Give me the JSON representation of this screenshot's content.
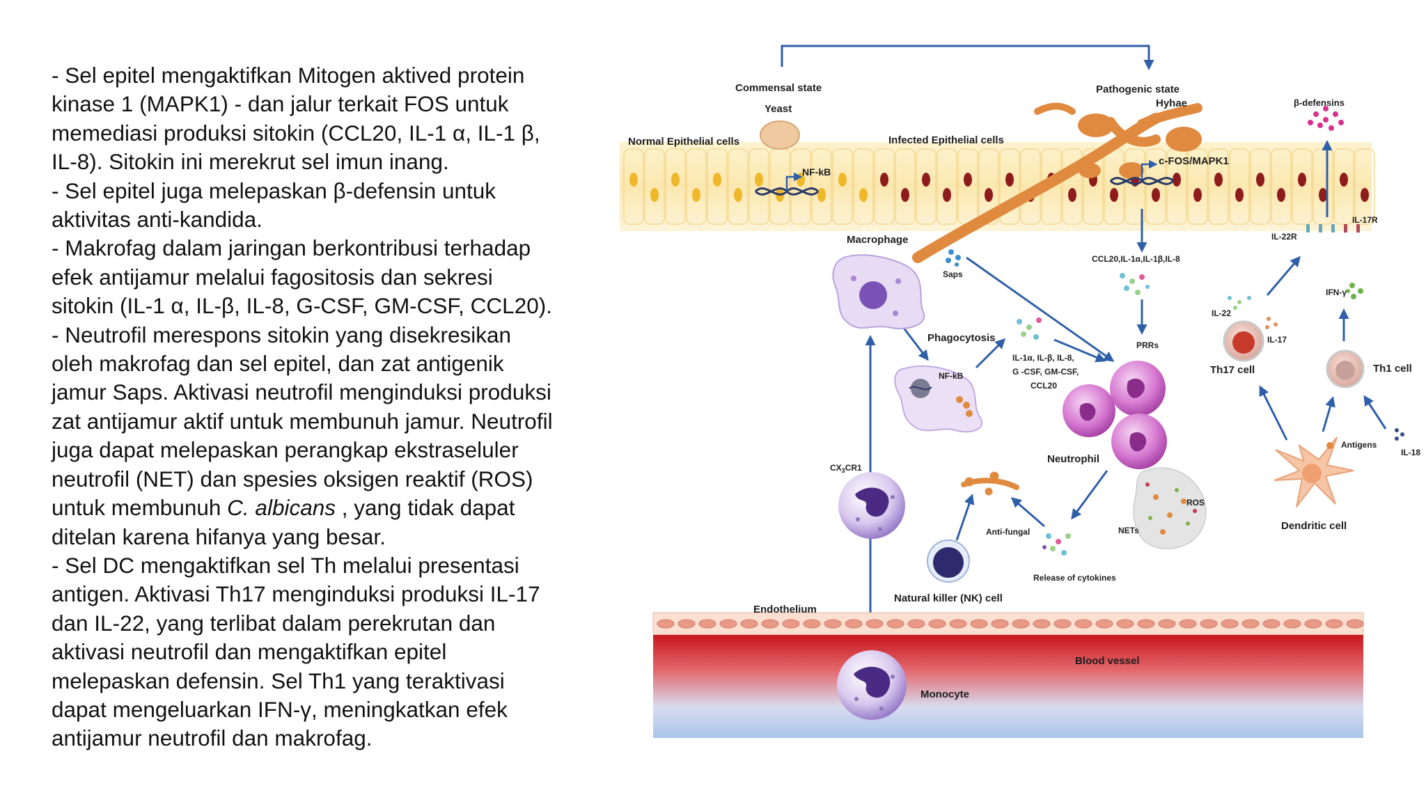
{
  "text_panel": {
    "paragraphs": [
      [
        "- Sel epitel mengaktifkan Mitogen aktived protein",
        "kinase 1 (MAPK1) - dan jalur terkait FOS untuk",
        "memediasi produksi sitokin (CCL20, IL-1 α, IL-1 β,",
        "IL-8). Sitokin ini merekrut sel imun inang."
      ],
      [
        "- Sel epitel juga melepaskan β-defensin untuk",
        "aktivitas anti-kandida."
      ],
      [
        "- Makrofag dalam jaringan berkontribusi terhadap",
        "efek antijamur melalui fagositosis dan sekresi",
        "sitokin (IL-1 α, IL-β, IL-8, G-CSF, GM-CSF, CCL20)."
      ],
      [
        "- Neutrofil merespons sitokin yang disekresikan",
        "oleh makrofag dan sel epitel, dan zat antigenik",
        "jamur Saps. Aktivasi neutrofil menginduksi produksi",
        "zat antijamur aktif untuk membunuh jamur. Neutrofil",
        "juga dapat melepaskan perangkap ekstraseluler",
        "neutrofil (NET) dan spesies oksigen reaktif (ROS)",
        "untuk membunuh",
        "C. albicans",
        ", yang tidak dapat",
        "ditelan karena hifanya yang besar."
      ],
      [
        "- Sel DC mengaktifkan sel Th melalui presentasi",
        "antigen. Aktivasi Th17 menginduksi produksi IL-17",
        "dan IL-22, yang terlibat dalam perekrutan dan",
        "aktivasi neutrofil dan mengaktifkan epitel",
        "melepaskan defensin. Sel Th1 yang teraktivasi",
        "dapat mengeluarkan IFN-γ, meningkatkan efek",
        "antijamur neutrofil dan makrofag."
      ]
    ]
  },
  "diagram": {
    "labels": {
      "commensal_state": "Commensal state",
      "yeast": "Yeast",
      "pathogenic_state": "Pathogenic state",
      "hyhae": "Hyhae",
      "beta_defensins": "β-defensins",
      "normal_epithelial": "Normal Epithelial cells",
      "infected_epithelial": "Infected Epithelial cells",
      "nfkb_epi": "NF-kB",
      "cfos": "c-FOS/MAPK1",
      "il17r": "IL-17R",
      "il22r": "IL-22R",
      "macrophage": "Macrophage",
      "saps": "Saps",
      "ccl20": "CCL20,IL-1α,IL-1β,IL-8",
      "ifn": "IFN-γ",
      "il22": "IL-22",
      "il17": "IL-17",
      "th17": "Th17 cell",
      "th1": "Th1 cell",
      "phagocytosis": "Phagocytosis",
      "prrs": "PRRs",
      "nfkb_mac": "NF-kB",
      "cyto1": "IL-1α, IL-β, IL-8,",
      "cyto2": "G -CSF, GM-CSF,",
      "cyto3": "CCL20",
      "antigens": "Antigens",
      "il18": "IL-18",
      "cx3cr1_main": "CX",
      "cx3cr1_sub": "3",
      "cx3cr1_end": "CR1",
      "neutrophil": "Neutrophil",
      "ros": "ROS",
      "antifungal": "Anti-fungal",
      "nets": "NETs",
      "release": "Release of cytokines",
      "dendritic": "Dendritic cell",
      "nk": "Natural killer (NK) cell",
      "endothelium": "Endothelium",
      "blood_vessel": "Blood vessel",
      "monocyte": "Monocyte"
    }
  }
}
